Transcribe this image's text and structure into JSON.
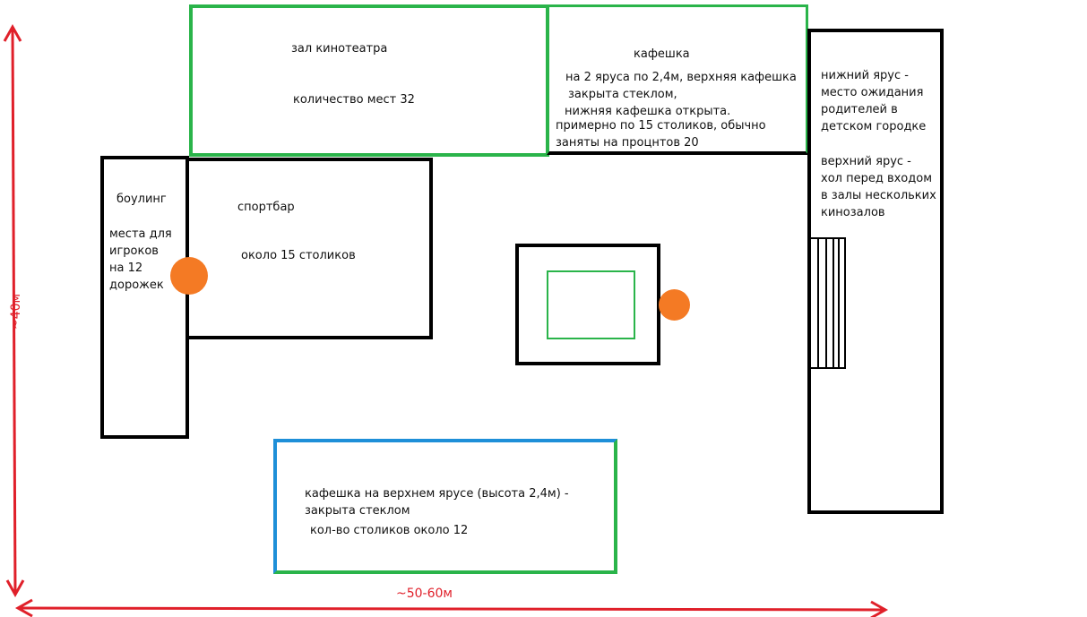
{
  "cinema_hall": {
    "title": "зал кинотеатра",
    "seats": "количество мест 32"
  },
  "cafe_top": {
    "title": "кафешка",
    "lines": [
      "на 2 яруса по 2,4м, верхняя кафешка",
      "закрыта стеклом,",
      "нижняя кафешка открыта.",
      "примерно по 15 столиков, обычно",
      "заняты на процнтов 20"
    ]
  },
  "right_block": {
    "lower_tier": [
      "нижний ярус -",
      "место ожидания",
      "родителей в",
      "детском городке"
    ],
    "upper_tier": [
      "верхний ярус -",
      "хол перед входом",
      "в залы нескольких",
      "кинозалов"
    ]
  },
  "bowling": {
    "title": "боулинг",
    "lines": [
      "места для",
      "игроков",
      "на 12",
      "дорожек"
    ]
  },
  "sportsbar": {
    "title": "спортбар",
    "tables": "около 15 столиков"
  },
  "cafe_bottom": {
    "lines": [
      "кафешка на верхнем ярусе (высота 2,4м) -",
      "закрыта стеклом",
      "кол-во столиков около 12"
    ]
  },
  "dimensions": {
    "height": "~40м",
    "width": "~50-60м"
  },
  "colors": {
    "black": "#000000",
    "green": "#2ab44a",
    "blue": "#1e8fd8",
    "red": "#e0202a",
    "orange": "#f47a24"
  }
}
